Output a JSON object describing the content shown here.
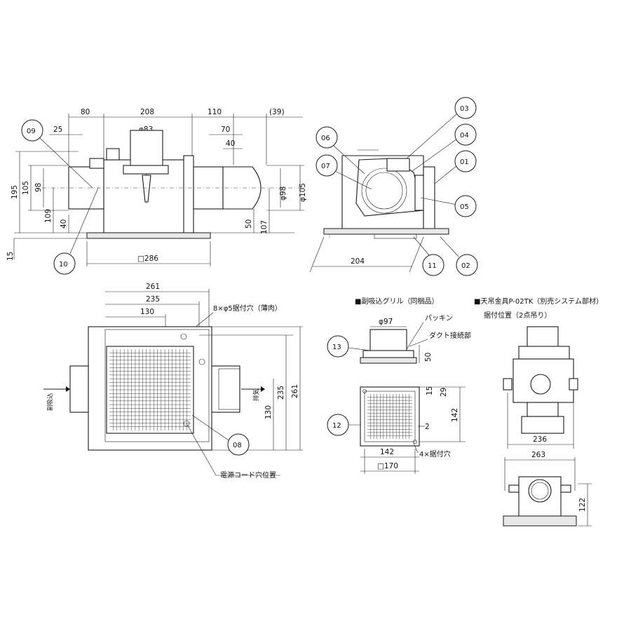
{
  "front_view": {
    "dims_top": [
      "80",
      "208",
      "110",
      "(39)"
    ],
    "dims_inner": [
      "25",
      "φ83",
      "70",
      "40"
    ],
    "dims_left": [
      "195",
      "105",
      "98",
      "109",
      "40"
    ],
    "dims_right": [
      "φ98",
      "φ105",
      "50",
      "107"
    ],
    "dims_bottom": [
      "15",
      "□286"
    ],
    "balloons": [
      "09",
      "10"
    ]
  },
  "side_view": {
    "dim_bottom": "204",
    "balloons": [
      "06",
      "07",
      "03",
      "04",
      "01",
      "05",
      "11",
      "02"
    ]
  },
  "plan_view": {
    "dims_top": [
      "261",
      "235",
      "130"
    ],
    "hole_note": "8×φ5据付穴（薄肉）",
    "dims_right": [
      "130",
      "235",
      "261"
    ],
    "label_exhaust": "排気",
    "label_intake": "副吸込",
    "cord_note": "電源コード穴位置",
    "balloon": "08"
  },
  "grille_section": {
    "title": "■副吸込グリル（同梱品）",
    "note_packing": "パッキン",
    "note_duct": "ダクト接続部",
    "dims": [
      "φ97",
      "50",
      "15",
      "29",
      "142",
      "2",
      "142",
      "□170"
    ],
    "hole_note": "4×据付穴",
    "balloons": [
      "13",
      "12"
    ]
  },
  "hanger_section": {
    "title": "■天吊金具P-02TK（別売システム部材）",
    "subtitle": "据付位置（2点吊り）",
    "dims": [
      "236",
      "263",
      "122"
    ]
  }
}
